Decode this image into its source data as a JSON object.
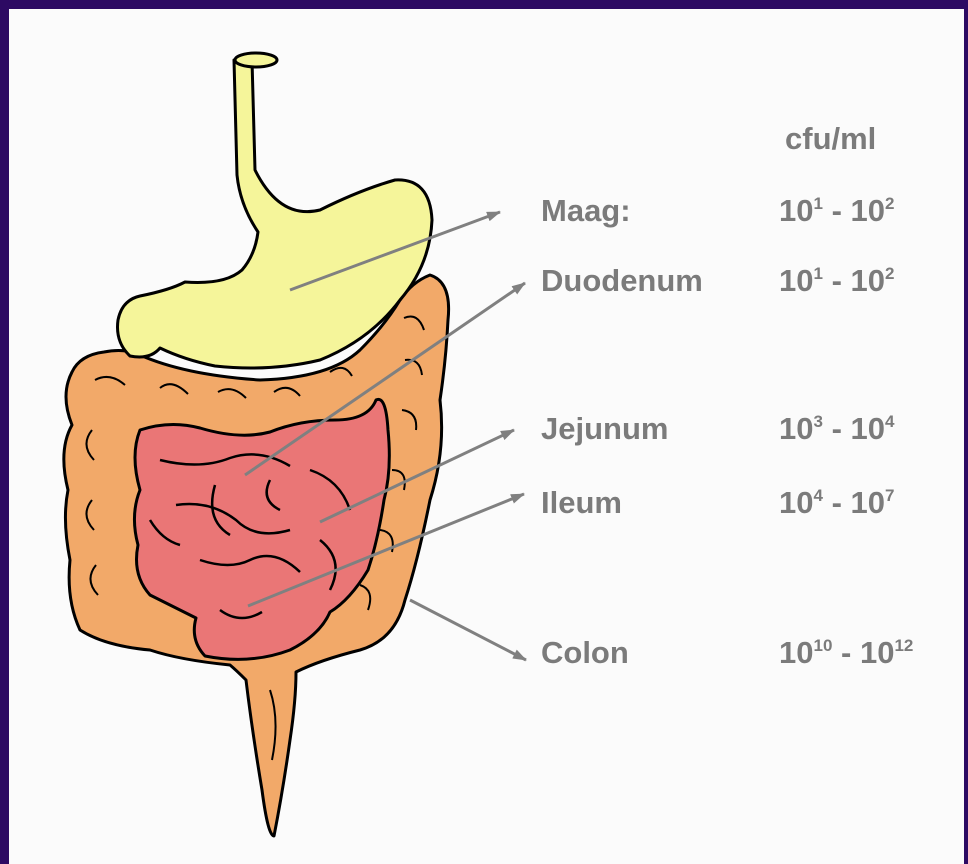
{
  "header": {
    "unit": "cfu/ml"
  },
  "regions": [
    {
      "name": "Maag:",
      "low": {
        "base": "10",
        "exp": "1"
      },
      "high": {
        "base": "10",
        "exp": "2"
      }
    },
    {
      "name": "Duodenum",
      "low": {
        "base": "10",
        "exp": "1"
      },
      "high": {
        "base": "10",
        "exp": "2"
      }
    },
    {
      "name": "Jejunum",
      "low": {
        "base": "10",
        "exp": "3"
      },
      "high": {
        "base": "10",
        "exp": "4"
      }
    },
    {
      "name": "Ileum",
      "low": {
        "base": "10",
        "exp": "4"
      },
      "high": {
        "base": "10",
        "exp": "7"
      }
    },
    {
      "name": "Colon",
      "low": {
        "base": "10",
        "exp": "10"
      },
      "high": {
        "base": "10",
        "exp": "12"
      }
    }
  ],
  "range_separator": " - ",
  "colors": {
    "frame": "#2d0a63",
    "background": "#fbfbfb",
    "label_text": "#7b7b7b",
    "arrow": "#808080",
    "esophagus_stomach": "#f5f59a",
    "large_intestine": "#f2a969",
    "small_intestine": "#ea7676",
    "outline": "#000000"
  }
}
